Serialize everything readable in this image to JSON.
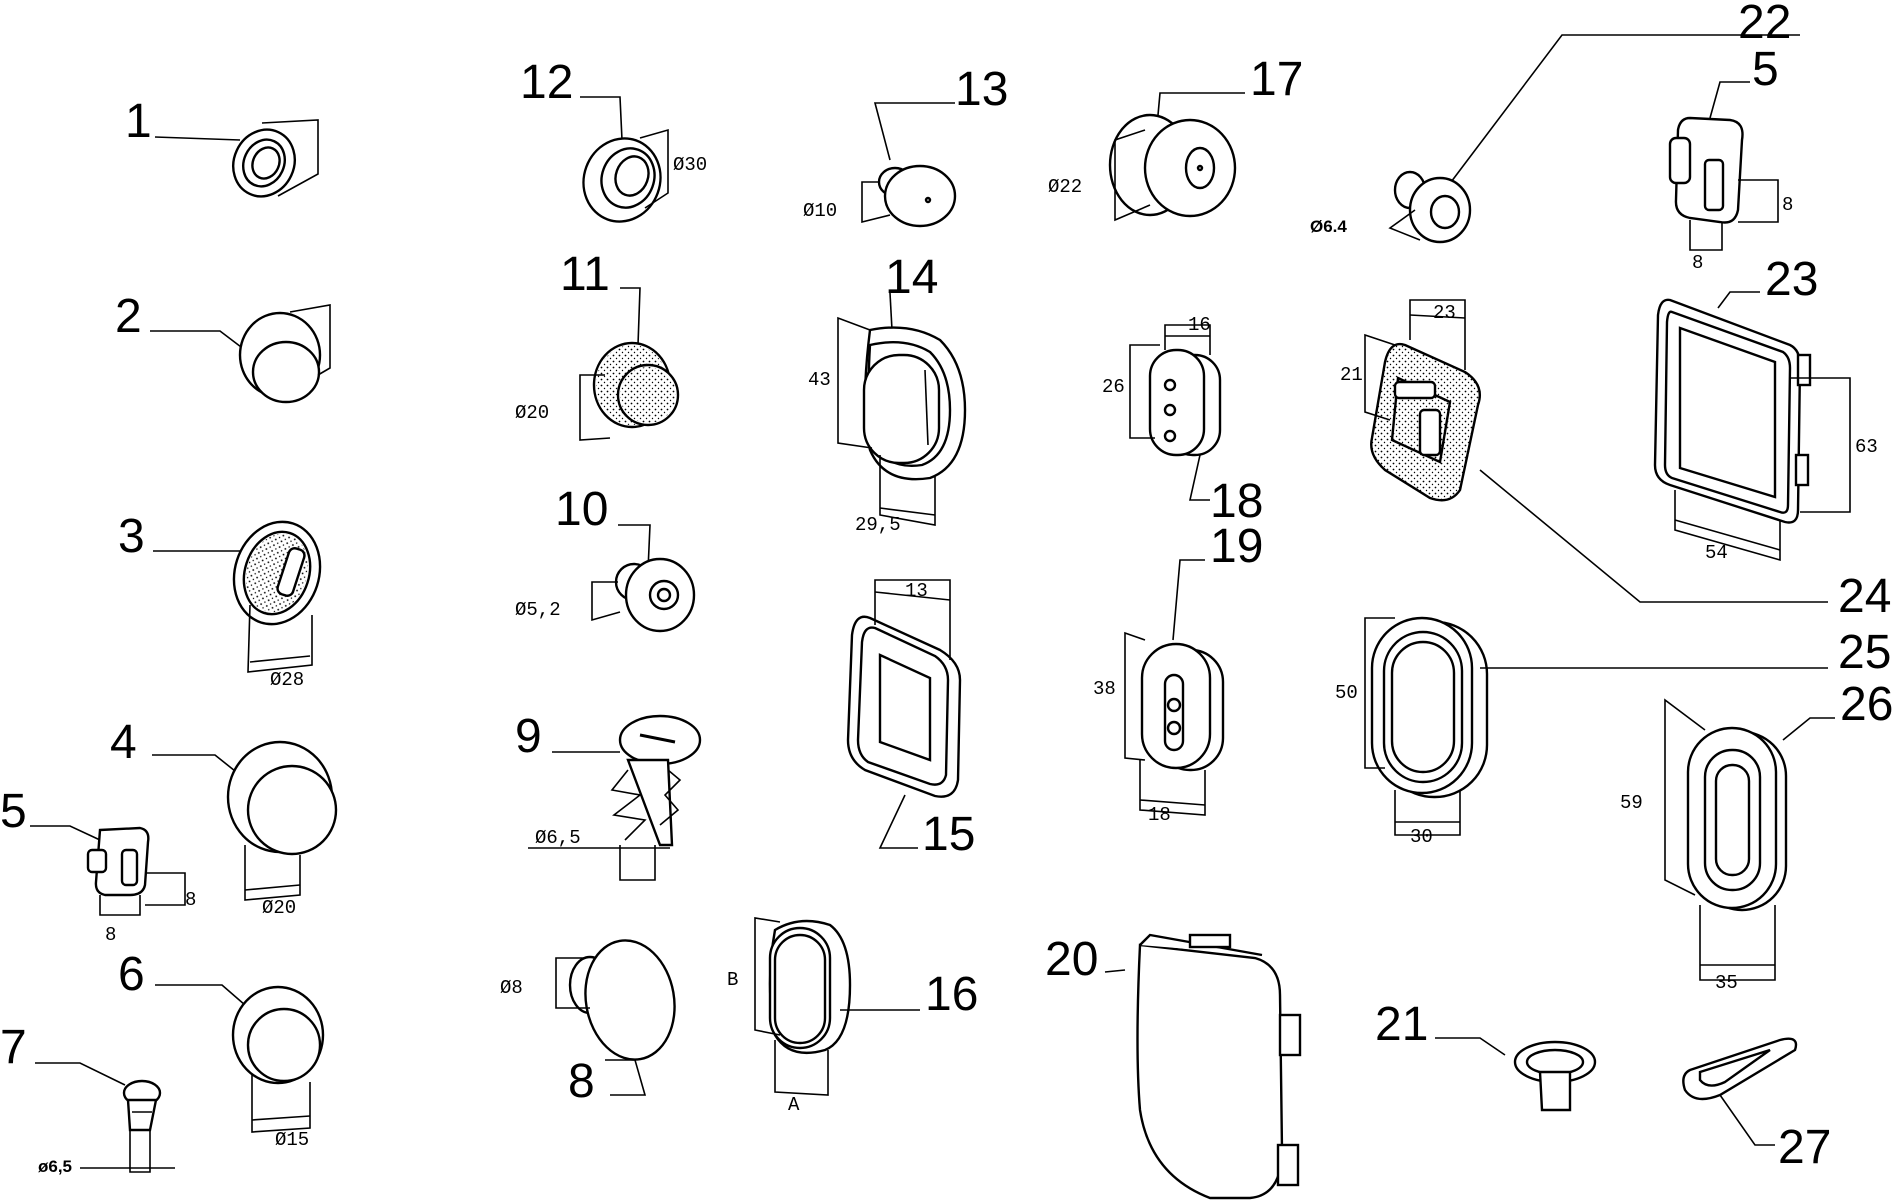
{
  "callouts": {
    "c1": "1",
    "c2": "2",
    "c3": "3",
    "c4": "4",
    "c5a": "5",
    "c5b": "5",
    "c6": "6",
    "c7": "7",
    "c8": "8",
    "c9": "9",
    "c10": "10",
    "c11": "11",
    "c12": "12",
    "c13": "13",
    "c14": "14",
    "c15": "15",
    "c16": "16",
    "c17": "17",
    "c18": "18",
    "c19": "19",
    "c20": "20",
    "c21": "21",
    "c22": "22",
    "c23": "23",
    "c24": "24",
    "c25": "25",
    "c26": "26",
    "c27": "27"
  },
  "dimensions": {
    "d3": "Ø28",
    "d4": "Ø20",
    "d5a_h": "8",
    "d5a_w": "8",
    "d6": "Ø15",
    "d7": "ø6,5",
    "d8": "Ø8",
    "d9": "Ø6,5",
    "d10": "Ø5,2",
    "d11": "Ø20",
    "d12": "Ø30",
    "d13": "Ø10",
    "d14_h": "43",
    "d14_w": "29,5",
    "d15": "13",
    "d16_h": "B",
    "d16_w": "A",
    "d17": "Ø22",
    "d18_w": "16",
    "d18_h": "26",
    "d19_h": "38",
    "d19_w": "18",
    "d22": "Ø6.4",
    "d5b_h": "8",
    "d5b_w": "8",
    "d23_h": "63",
    "d23_w": "54",
    "d24_w": "23",
    "d24_h": "21",
    "d25_h": "50",
    "d25_w": "30",
    "d26_h": "59",
    "d26_w": "35"
  }
}
